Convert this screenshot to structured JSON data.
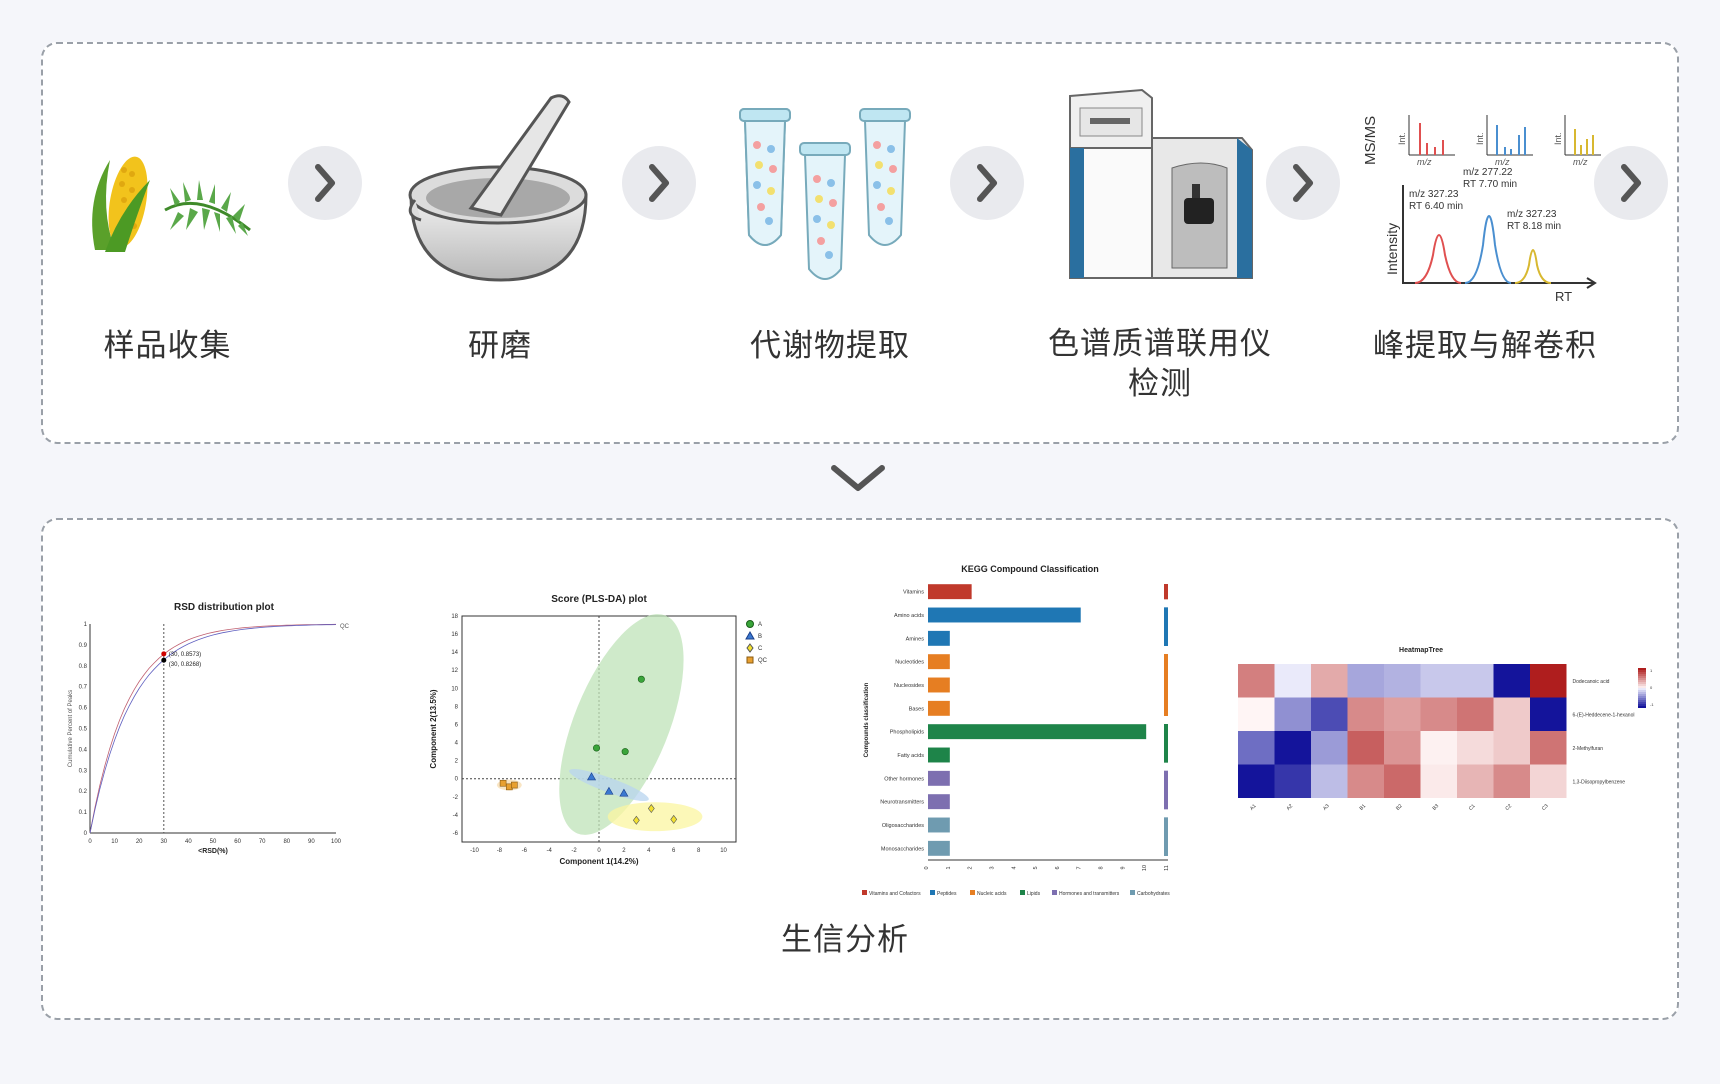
{
  "steps": [
    {
      "label": "样品收集"
    },
    {
      "label": "研磨"
    },
    {
      "label": "代谢物提取"
    },
    {
      "label": "色谱质谱联用仪",
      "label2": "检测"
    },
    {
      "label": "峰提取与解卷积"
    }
  ],
  "bio_label": "生信分析",
  "arrow_icon": "chevron-right-icon",
  "msms": {
    "ms_label": "MS/MS",
    "int_label": "Int.",
    "mz_label": "m/z",
    "intensity_label": "Intensity",
    "rt_label": "RT",
    "peaks": [
      {
        "mz": "m/z 327.23",
        "rt": "RT 6.40 min",
        "color": "#e05050"
      },
      {
        "mz": "m/z 277.22",
        "rt": "RT 7.70 min",
        "color": "#4a8fd0"
      },
      {
        "mz": "m/z 327.23",
        "rt": "RT 8.18 min",
        "color": "#d8b830"
      }
    ]
  },
  "chart_data": [
    {
      "type": "line",
      "title": "RSD distribution plot",
      "xlabel": "<RSD(%)",
      "ylabel": "Cumulative Percent of Peaks",
      "x_ticks": [
        "0",
        "10",
        "20",
        "30",
        "40",
        "50",
        "60",
        "70",
        "80",
        "90",
        "100"
      ],
      "y_ticks": [
        "0",
        "0.1",
        "0.2",
        "0.3",
        "0.4",
        "0.5",
        "0.6",
        "0.7",
        "0.8",
        "0.9",
        "1"
      ],
      "xlim": [
        0,
        100
      ],
      "ylim": [
        0,
        1
      ],
      "annotations": [
        "(30, 0.8573)",
        "(30, 0.8268)"
      ],
      "series_label": "QC",
      "points": [
        {
          "x": 30,
          "y": 0.8573,
          "color": "#d00000"
        },
        {
          "x": 30,
          "y": 0.8268,
          "color": "#000000"
        }
      ]
    },
    {
      "type": "scatter",
      "title": "Score (PLS-DA) plot",
      "xlabel": "Component 1(14.2%)",
      "ylabel": "Component 2(13.5%)",
      "x_ticks": [
        "-10",
        "-8",
        "-6",
        "-4",
        "-2",
        "0",
        "2",
        "4",
        "6",
        "8",
        "10"
      ],
      "y_ticks": [
        "-6",
        "-4",
        "-2",
        "0",
        "2",
        "4",
        "6",
        "8",
        "10",
        "12",
        "14",
        "16",
        "18"
      ],
      "xlim": [
        -11,
        11
      ],
      "ylim": [
        -7,
        18
      ],
      "series": [
        {
          "name": "A",
          "color": "#3aa53a",
          "points": [
            [
              3.4,
              11
            ],
            [
              -0.2,
              3.4
            ],
            [
              2.1,
              3
            ]
          ]
        },
        {
          "name": "B",
          "color": "#3a78d0",
          "points": [
            [
              -0.6,
              0.2
            ],
            [
              0.8,
              -1.4
            ],
            [
              2,
              -1.6
            ]
          ]
        },
        {
          "name": "C",
          "color": "#f2e030",
          "points": [
            [
              3,
              -4.6
            ],
            [
              4.2,
              -3.3
            ],
            [
              6,
              -4.5
            ]
          ]
        },
        {
          "name": "QC",
          "color": "#e8a030",
          "points": [
            [
              -7.7,
              -0.5
            ],
            [
              -7.2,
              -0.9
            ],
            [
              -6.8,
              -0.7
            ]
          ]
        }
      ]
    },
    {
      "type": "bar",
      "title": "KEGG Compound Classification",
      "ylabel": "Compounds classification",
      "categories": [
        "Vitamins",
        "Amino acids",
        "Amines",
        "Nucleotides",
        "Nucleosides",
        "Bases",
        "Phospholipids",
        "Fatty acids",
        "Other hormones",
        "Neurotransmitters",
        "Oligosaccharides",
        "Monosaccharides"
      ],
      "values": [
        2,
        7,
        1,
        1,
        1,
        1,
        10,
        1,
        1,
        1,
        1,
        1
      ],
      "bar_colors": [
        "#c0392b",
        "#1f77b4",
        "#1f77b4",
        "#e67e22",
        "#e67e22",
        "#e67e22",
        "#1e8449",
        "#1e8449",
        "#7d6fb0",
        "#7d6fb0",
        "#6f9bb0",
        "#6f9bb0"
      ],
      "x_ticks": [
        "0",
        "1",
        "2",
        "3",
        "4",
        "5",
        "6",
        "7",
        "8",
        "9",
        "10",
        "11"
      ],
      "xlim": [
        0,
        11
      ],
      "legend": [
        {
          "name": "Vitamins and Cofactors",
          "color": "#c0392b"
        },
        {
          "name": "Peptides",
          "color": "#1f77b4"
        },
        {
          "name": "Nucleic acids",
          "color": "#e67e22"
        },
        {
          "name": "Lipids",
          "color": "#1e8449"
        },
        {
          "name": "Hormones and transmitters",
          "color": "#7d6fb0"
        },
        {
          "name": "Carbohydrates",
          "color": "#6f9bb0"
        }
      ],
      "groups": [
        {
          "color": "#c0392b",
          "from": 0,
          "to": 0
        },
        {
          "color": "#1f77b4",
          "from": 1,
          "to": 2
        },
        {
          "color": "#e67e22",
          "from": 3,
          "to": 5
        },
        {
          "color": "#1e8449",
          "from": 6,
          "to": 7
        },
        {
          "color": "#7d6fb0",
          "from": 8,
          "to": 9
        },
        {
          "color": "#6f9bb0",
          "from": 10,
          "to": 11
        }
      ]
    },
    {
      "type": "heatmap",
      "title": "HeatmapTree",
      "columns": [
        "A1",
        "A2",
        "A3",
        "B1",
        "B2",
        "B3",
        "C1",
        "C2",
        "C3"
      ],
      "rows": [
        "Dodecanoic acid",
        "6-(E)-Heddecene-1-hexanol",
        "2-Methylfuran",
        "1,3-Diisopropylbenzene"
      ],
      "values": [
        [
          0.55,
          -0.05,
          0.35,
          -0.35,
          -0.3,
          -0.2,
          -0.2,
          -1.0,
          1.0
        ],
        [
          0.0,
          -0.45,
          -0.75,
          0.5,
          0.4,
          0.5,
          0.6,
          0.2,
          -1.0
        ],
        [
          -0.6,
          -1.0,
          -0.4,
          0.7,
          0.45,
          0.02,
          0.12,
          0.2,
          0.6
        ],
        [
          -1.0,
          -0.85,
          -0.25,
          0.5,
          0.65,
          0.05,
          0.3,
          0.5,
          0.15
        ]
      ],
      "scale_ticks": [
        "1",
        "0",
        "-1"
      ]
    }
  ]
}
